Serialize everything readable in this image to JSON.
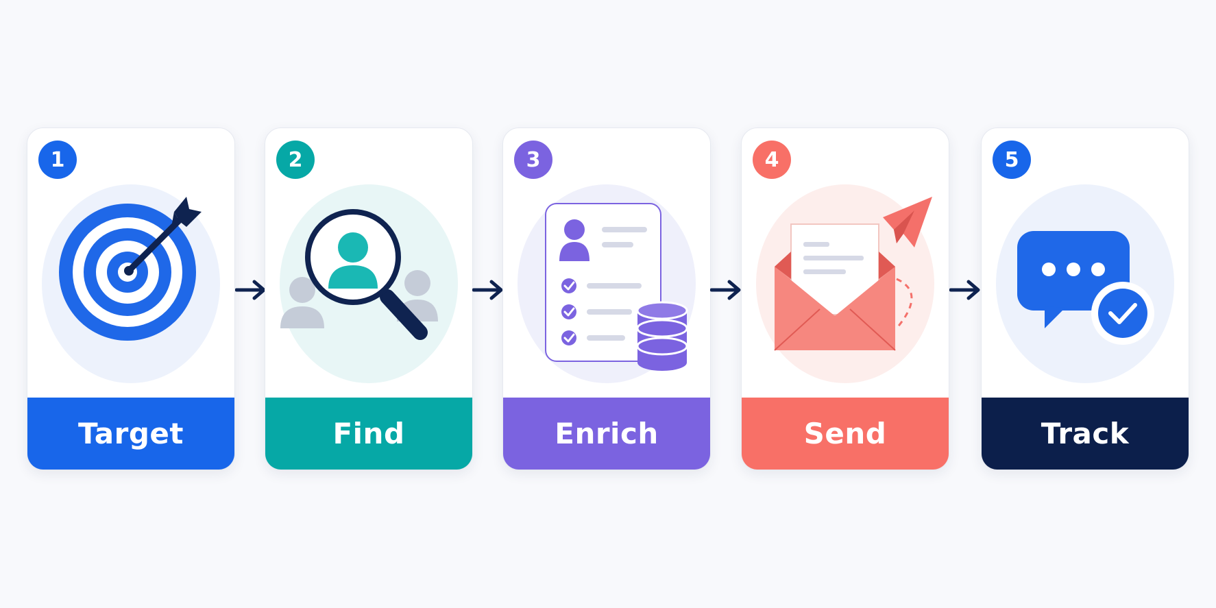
{
  "colors": {
    "background": "#f8f9fc",
    "navy": "#0f2350",
    "blue": "#1f68e8",
    "teal": "#0ea8a4",
    "purple": "#7c62e0",
    "coral": "#f4706a",
    "dark_navy": "#0e1f4d"
  },
  "steps": [
    {
      "number": "1",
      "label": "Target",
      "icon": "target-arrow-icon",
      "accent": "#1866ea"
    },
    {
      "number": "2",
      "label": "Find",
      "icon": "magnifier-people-icon",
      "accent": "#06a8a6"
    },
    {
      "number": "3",
      "label": "Enrich",
      "icon": "profile-database-icon",
      "accent": "#7b63e0"
    },
    {
      "number": "4",
      "label": "Send",
      "icon": "envelope-paper-plane-icon",
      "accent": "#f87067"
    },
    {
      "number": "5",
      "label": "Track",
      "icon": "chat-check-icon",
      "accent": "#0c1f4b"
    }
  ],
  "connector_icon": "arrow-right-icon"
}
